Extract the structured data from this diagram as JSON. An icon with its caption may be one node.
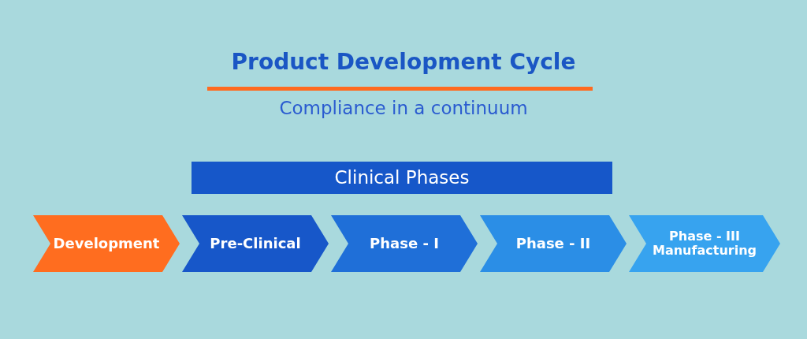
{
  "diagram": {
    "title": "Product Development Cycle",
    "nodes": [
      {
        "text": [
          "Clinical Phases"
        ]
      },
      {
        "text": [
          "Development"
        ]
      },
      {
        "text": [
          "Pre-Clinical"
        ]
      },
      {
        "text": [
          "Phase - I"
        ]
      },
      {
        "text": [
          "Phase - II"
        ]
      },
      {
        "text": [
          "Phase - III Manufacturing"
        ]
      }
    ],
    "labels": [
      "Compliance in a continuum"
    ]
  }
}
